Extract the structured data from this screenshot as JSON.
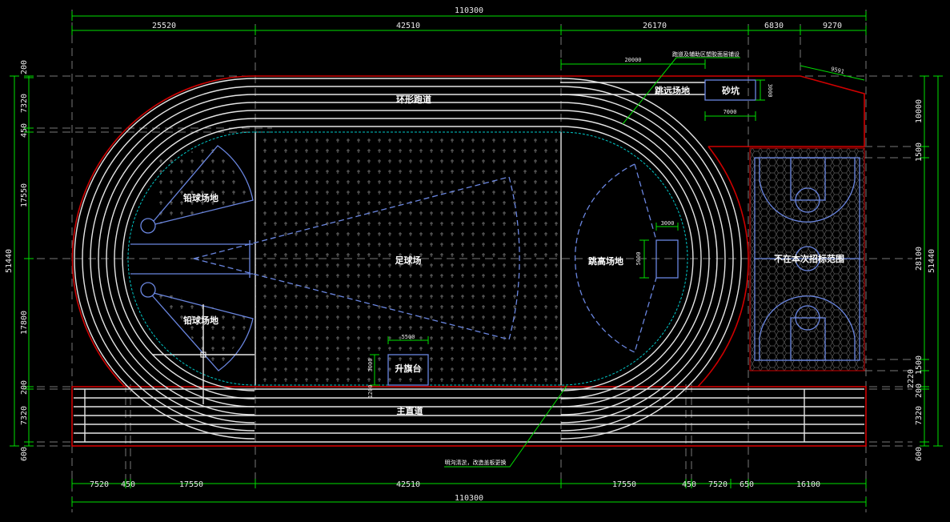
{
  "drawing": {
    "dimensions_top": {
      "total": "110300",
      "segments": [
        "25520",
        "42510",
        "26170",
        "6830",
        "9270"
      ]
    },
    "dimensions_bottom": {
      "total": "110300",
      "segments": [
        "7520",
        "450",
        "17550",
        "42510",
        "17550",
        "450",
        "7520",
        "650",
        "16100"
      ]
    },
    "dimensions_left": {
      "total": "51440",
      "segments": [
        "200",
        "7320",
        "450",
        "17550",
        "17800",
        "200",
        "7320",
        "600"
      ]
    },
    "dimensions_right": {
      "total": "51440",
      "segments": [
        "10000",
        "1500",
        "28100",
        "1500",
        "2220",
        "200",
        "7320",
        "600"
      ]
    },
    "detail_dims": {
      "runway_length": "20000",
      "sandpit_width": "7000",
      "sandpit_height": "3000",
      "slant": "9591",
      "highjump_w": "3000",
      "highjump_h": "5000",
      "flag_w": "5500",
      "flag_h": "3000",
      "flag_offset": "1200"
    },
    "labels": {
      "ring_track": "环形跑道",
      "long_jump": "跳远场地",
      "sand_pit": "砂坑",
      "football": "足球场",
      "high_jump": "跳高场地",
      "shot_put_1": "铅球场地",
      "shot_put_2": "铅球场地",
      "flag_platform": "升旗台",
      "main_straight": "主直道",
      "basketball": "不在本次招标范围"
    },
    "notes": {
      "surface": "跑道及辅助区塑胶面层铺设",
      "drain": "明沟清淤，改造盖板更换"
    },
    "colors": {
      "dimension": "#00e000",
      "boundary": "#d00000",
      "lines": "#e6e6e6",
      "fields": "#6a86e0",
      "inner": "#00c8c8"
    }
  }
}
